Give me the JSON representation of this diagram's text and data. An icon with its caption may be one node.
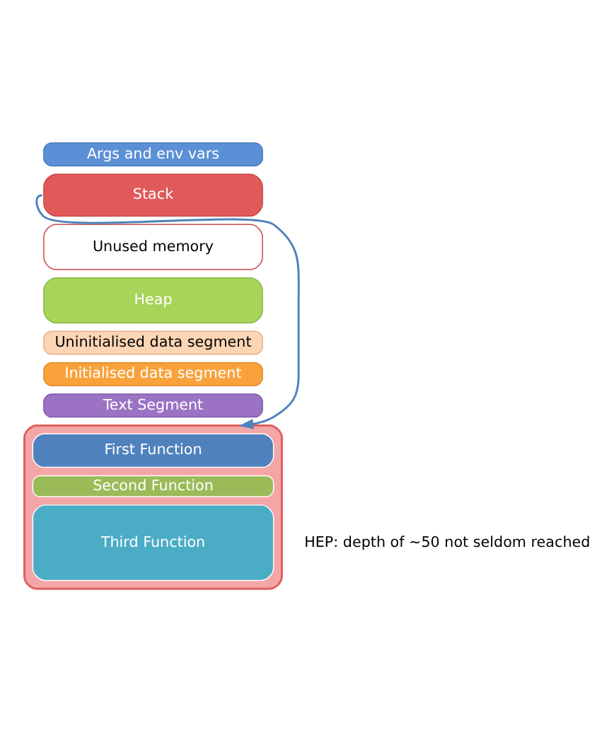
{
  "diagram": {
    "nodes": [
      {
        "text": [
          "Args and env vars"
        ]
      },
      {
        "text": [
          "Stack"
        ]
      },
      {
        "text": [
          "Unused memory"
        ]
      },
      {
        "text": [
          "Heap"
        ]
      },
      {
        "text": [
          "Uninitialised data segment"
        ]
      },
      {
        "text": [
          "Initialised data segment"
        ]
      },
      {
        "text": [
          "Text Segment"
        ]
      },
      {
        "text": [],
        "shape": "box"
      },
      {
        "text": [
          "First Function"
        ],
        "in": 7
      },
      {
        "text": [
          "Second Function"
        ],
        "in": 7
      },
      {
        "text": [
          "Third Function"
        ],
        "in": 7
      }
    ],
    "edges": [
      {
        "from": 1,
        "to": 7,
        "arrow": "to"
      }
    ],
    "labels": [
      "HEP: depth of ~50 not seldom reached"
    ]
  }
}
